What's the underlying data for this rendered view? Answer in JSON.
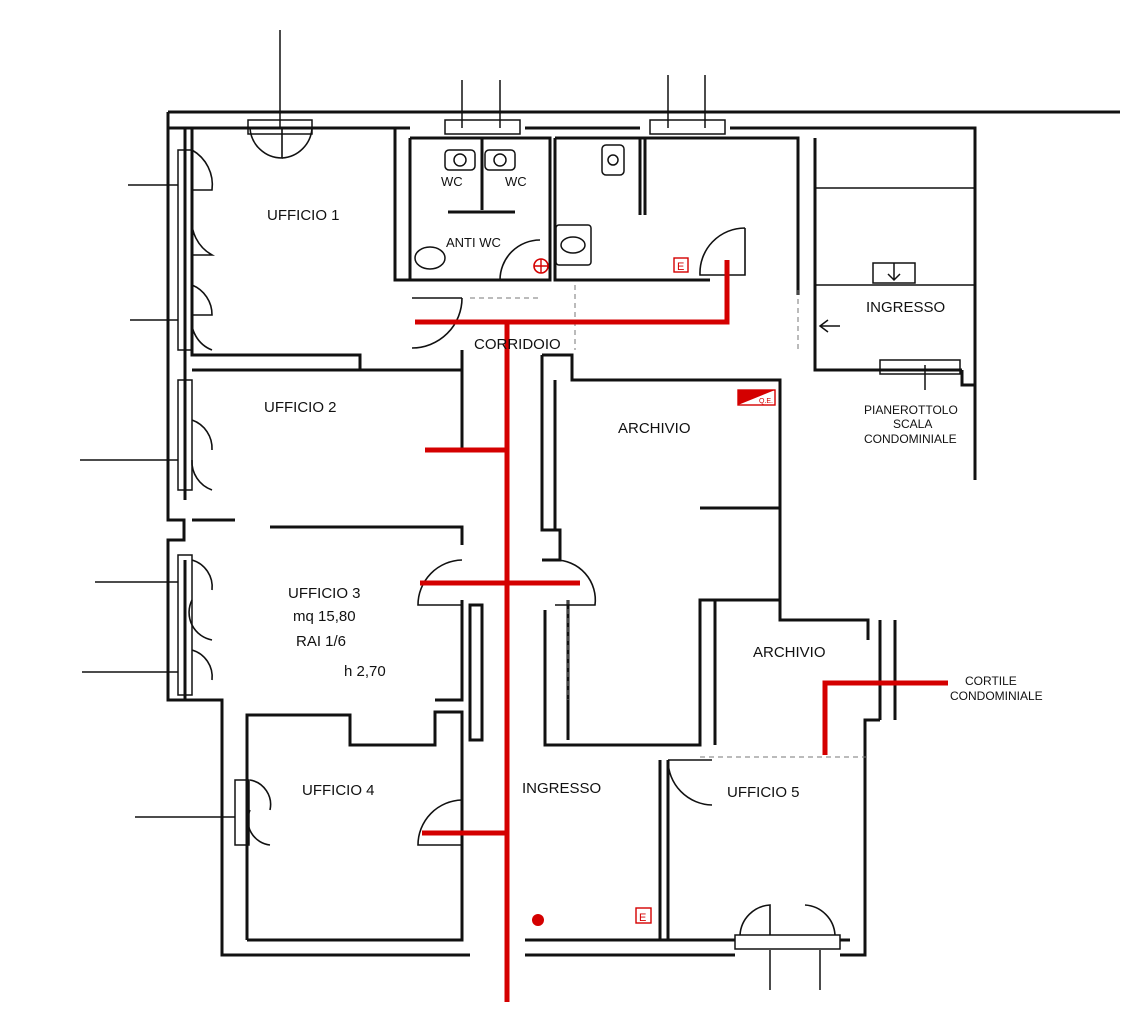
{
  "rooms": {
    "ufficio_1": "UFFICIO 1",
    "wc_left": "WC",
    "wc_right": "WC",
    "anti_wc": "ANTI WC",
    "ingresso_top": "INGRESSO",
    "corridoio": "CORRIDOIO",
    "ufficio_2": "UFFICIO 2",
    "archivio_1": "ARCHIVIO",
    "pianerottolo_1": "PIANEROTTOLO",
    "pianerottolo_2": "SCALA",
    "pianerottolo_3": "CONDOMINIALE",
    "ufficio_3": "UFFICIO 3",
    "ufficio_3_area": "mq 15,80",
    "ufficio_3_rai": "RAI 1/6",
    "ufficio_3_h": "h 2,70",
    "archivio_2": "ARCHIVIO",
    "cortile_1": "CORTILE",
    "cortile_2": "CONDOMINIALE",
    "ufficio_4": "UFFICIO 4",
    "ingresso_bottom": "INGRESSO",
    "ufficio_5": "UFFICIO 5"
  },
  "symbols": {
    "exit_top": "E",
    "exit_bottom": "E",
    "panel": "Q.E."
  },
  "colors": {
    "walls": "#111111",
    "route": "#d40000"
  }
}
